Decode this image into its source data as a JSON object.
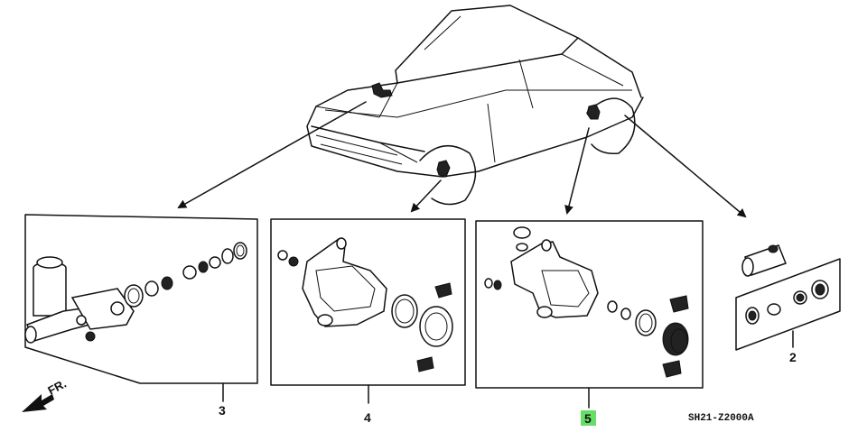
{
  "labels": {
    "part_2": "2",
    "part_3": "3",
    "part_4": "4",
    "part_5": "5",
    "front_marker": "FR.",
    "diagram_code": "SH21-Z2000A"
  },
  "highlight_color": "#66dd66"
}
